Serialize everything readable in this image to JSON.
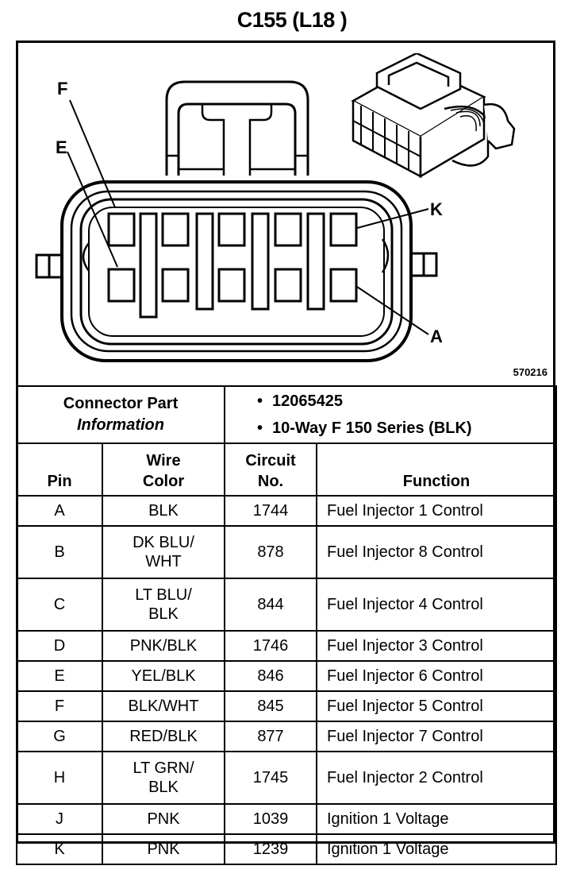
{
  "title": "C155 (L18 )",
  "figure_number": "570216",
  "diagram": {
    "pin_labels": {
      "f": "F",
      "e": "E",
      "k": "K",
      "a": "A"
    },
    "icons": [
      "connector-face-icon",
      "connector-isometric-icon"
    ]
  },
  "connector_info": {
    "label_line1": "Connector Part",
    "label_line2": "Information",
    "items": [
      "12065425",
      "10-Way F 150 Series (BLK)"
    ]
  },
  "table": {
    "headers": {
      "pin": "Pin",
      "wire_color_l1": "Wire",
      "wire_color_l2": "Color",
      "circuit_l1": "Circuit",
      "circuit_l2": "No.",
      "function": "Function"
    },
    "rows": [
      {
        "pin": "A",
        "color_l1": "BLK",
        "color_l2": "",
        "circuit": "1744",
        "function": "Fuel Injector 1 Control"
      },
      {
        "pin": "B",
        "color_l1": "DK BLU/",
        "color_l2": "WHT",
        "circuit": "878",
        "function": "Fuel Injector 8 Control"
      },
      {
        "pin": "C",
        "color_l1": "LT BLU/",
        "color_l2": "BLK",
        "circuit": "844",
        "function": "Fuel Injector 4 Control"
      },
      {
        "pin": "D",
        "color_l1": "PNK/BLK",
        "color_l2": "",
        "circuit": "1746",
        "function": "Fuel Injector 3 Control"
      },
      {
        "pin": "E",
        "color_l1": "YEL/BLK",
        "color_l2": "",
        "circuit": "846",
        "function": "Fuel Injector 6 Control"
      },
      {
        "pin": "F",
        "color_l1": "BLK/WHT",
        "color_l2": "",
        "circuit": "845",
        "function": "Fuel Injector 5 Control"
      },
      {
        "pin": "G",
        "color_l1": "RED/BLK",
        "color_l2": "",
        "circuit": "877",
        "function": "Fuel Injector 7 Control"
      },
      {
        "pin": "H",
        "color_l1": "LT GRN/",
        "color_l2": "BLK",
        "circuit": "1745",
        "function": "Fuel Injector 2 Control"
      },
      {
        "pin": "J",
        "color_l1": "PNK",
        "color_l2": "",
        "circuit": "1039",
        "function": "Ignition 1 Voltage"
      },
      {
        "pin": "K",
        "color_l1": "PNK",
        "color_l2": "",
        "circuit": "1239",
        "function": "Ignition 1 Voltage"
      }
    ]
  }
}
